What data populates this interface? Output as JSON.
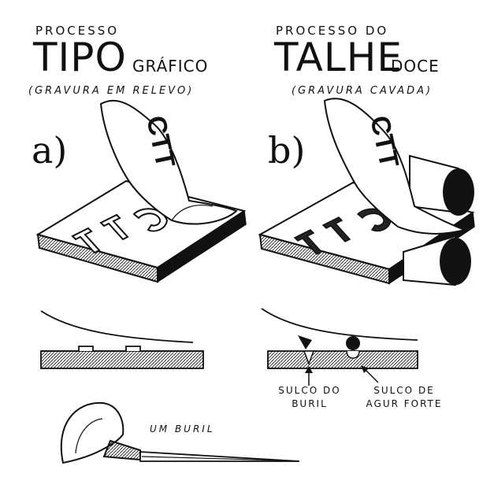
{
  "left": {
    "header_small": "PROCESSO",
    "header_big": "TIPO",
    "header_suffix": "GRÁFICO",
    "subtitle": "(GRAVURA EM RELEVO)",
    "panel_label": "a)"
  },
  "right": {
    "header_small": "PROCESSO DO",
    "header_big": "TALHE",
    "header_suffix": "DOCE",
    "subtitle": "(GRAVURA CAVADA)",
    "panel_label": "b)"
  },
  "plate_text": "CTT",
  "annotations": {
    "burin_groove_line1": "SULCO DO",
    "burin_groove_line2": "BURIL",
    "etch_groove_line1": "SULCO DE",
    "etch_groove_line2": "AGUR FORTE",
    "tool_label": "UM BURIL"
  },
  "colors": {
    "ink": "#111111",
    "paper": "#ffffff"
  },
  "icons": [
    "up-arrow-icon",
    "diagonal-arrow-icon"
  ]
}
